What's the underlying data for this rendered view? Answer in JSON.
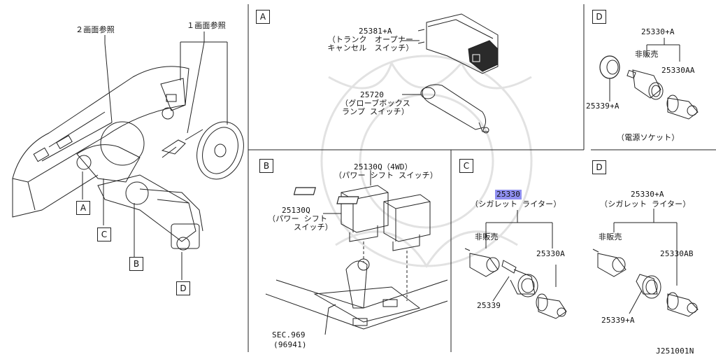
{
  "overview": {
    "ref_screen2": "２画面参照",
    "ref_screen1": "１画面参照",
    "callouts": [
      "A",
      "B",
      "C",
      "D"
    ]
  },
  "panel_A": {
    "label": "A",
    "part1_number": "25381+A",
    "part1_desc_line1": "（トランク　オープナー",
    "part1_desc_line2": "キャンセル　スイッチ）",
    "part2_number": "25720",
    "part2_desc_line1": "（グローブボックス",
    "part2_desc_line2": "ランプ スイッチ）"
  },
  "panel_B": {
    "label": "B",
    "part1_number": "25130Q（4WD）",
    "part1_desc": "（パワー シフト スイッチ）",
    "part2_number": "25130Q",
    "part2_desc_line1": "（パワー シフト",
    "part2_desc_line2": "スイッチ）",
    "sec_ref": "SEC.969",
    "sec_sub": "(96941)"
  },
  "panel_C": {
    "label": "C",
    "part_number": "25330",
    "part_desc": "（シガレット ライター）",
    "not_for_sale": "非販売",
    "sub1": "25330A",
    "sub2": "25339"
  },
  "panel_D1": {
    "label": "D",
    "part_number": "25330+A",
    "not_for_sale": "非販売",
    "sub1": "25330AA",
    "sub2": "25339+A",
    "caption": "（電源ソケット）"
  },
  "panel_D2": {
    "label": "D",
    "part_number": "25330+A",
    "part_desc": "（シガレット ライター）",
    "not_for_sale": "非販売",
    "sub1": "25330AB",
    "sub2": "25339+A"
  },
  "footer": {
    "diagram_code": "J251001N"
  }
}
